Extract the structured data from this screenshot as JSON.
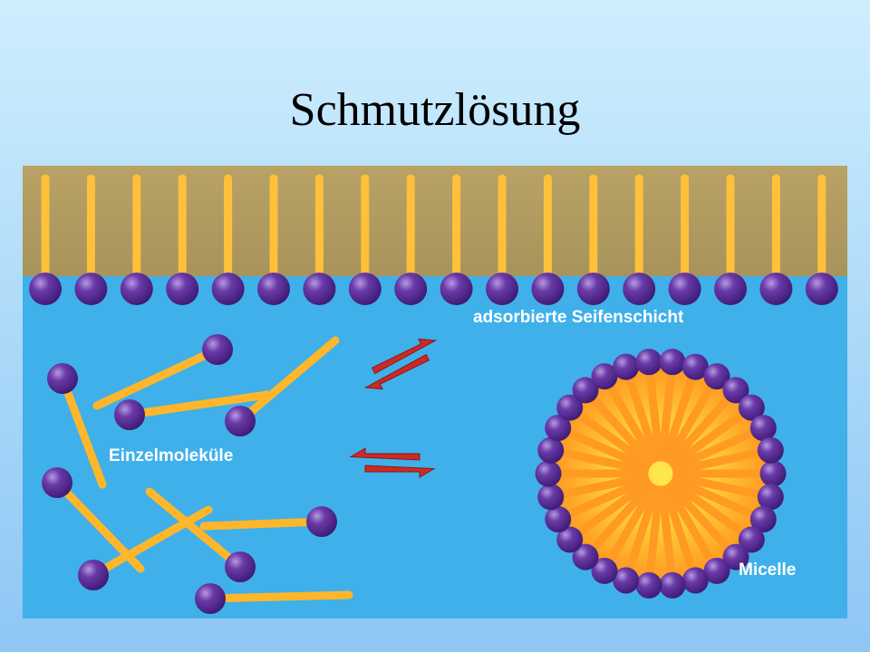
{
  "slide": {
    "title": "Schmutzlösung"
  },
  "diagram": {
    "labels": {
      "adsorbed_layer": "adsorbierte Seifenschicht",
      "single_molecules": "Einzelmoleküle",
      "micelle": "Micelle"
    },
    "colors": {
      "dirt_layer": "#b39d62",
      "water": "#3fb0ea",
      "hydrophobic_tail": "#ffb62b",
      "hydrophilic_head": "#5a2c96",
      "arrow": "#cc2a26",
      "micelle_core": "#ffe24a"
    }
  }
}
